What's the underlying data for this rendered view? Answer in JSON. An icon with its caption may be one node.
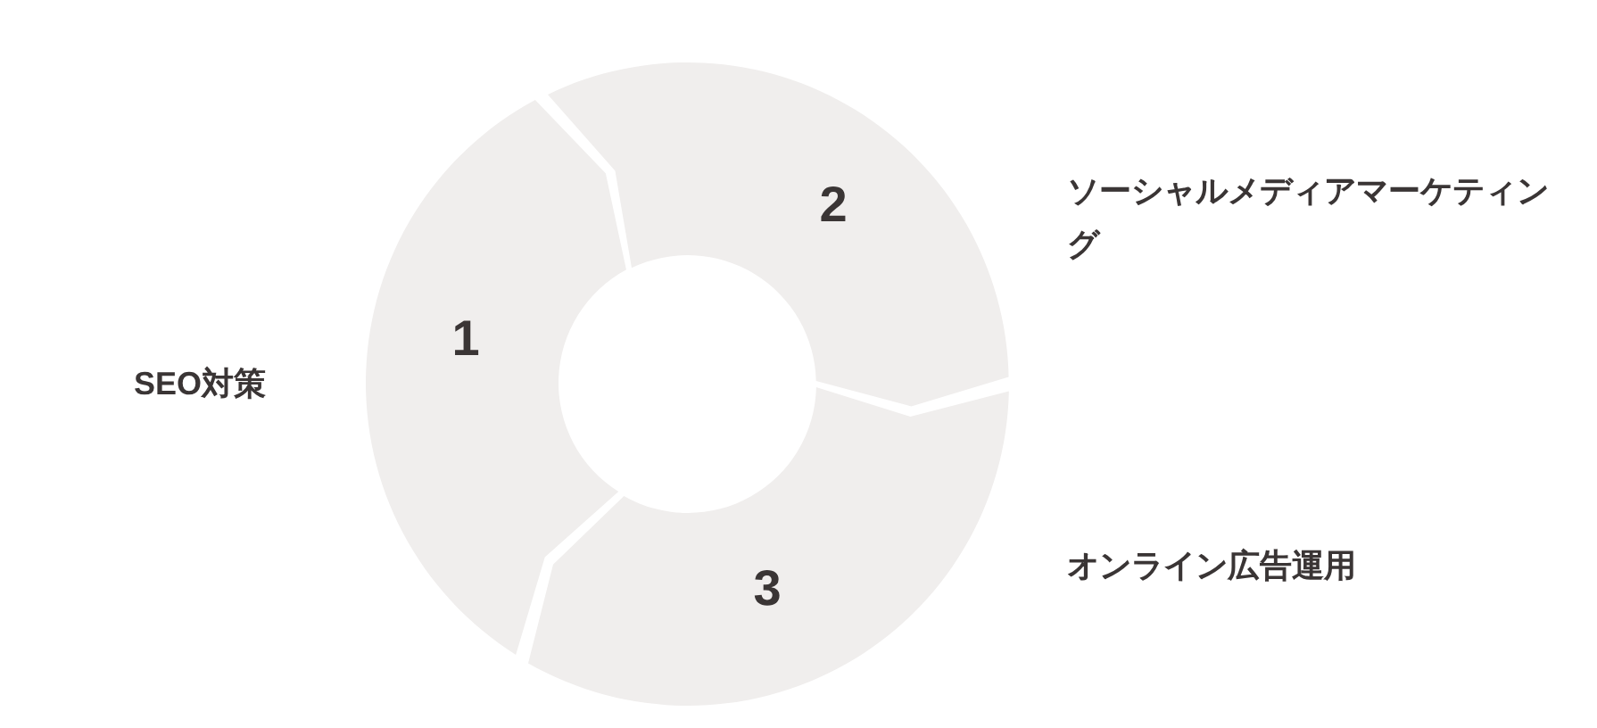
{
  "diagram": {
    "nodes": [
      {
        "text": [
          "1"
        ],
        "beside": [
          "SEO対策"
        ]
      },
      {
        "text": [
          "2"
        ],
        "beside": [
          "ソーシャルメディアマーケティング"
        ]
      },
      {
        "text": [
          "3"
        ],
        "beside": [
          "オンライン広告運用"
        ]
      }
    ]
  }
}
